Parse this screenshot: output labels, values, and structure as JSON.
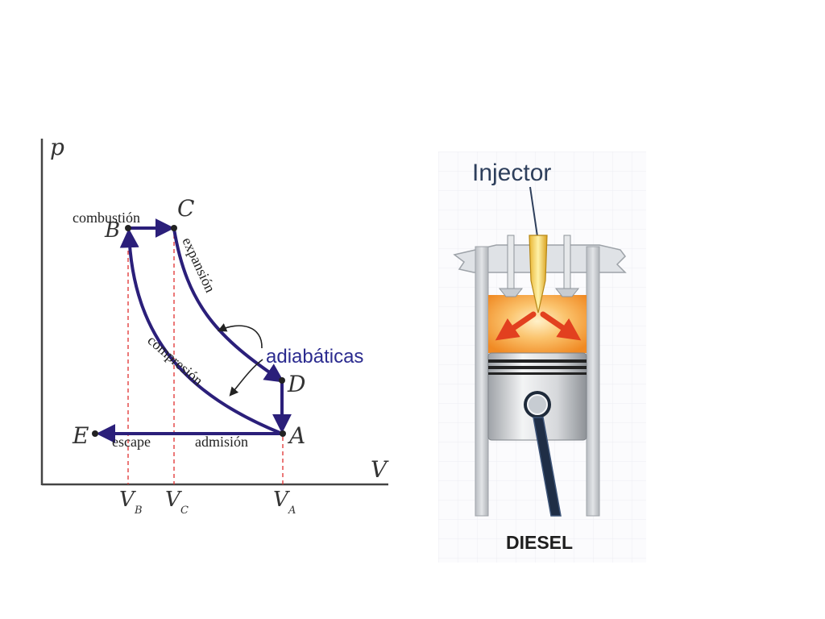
{
  "pv_diagram": {
    "axis_p": "p",
    "axis_v": "V",
    "points": {
      "A": "A",
      "B": "B",
      "C": "C",
      "D": "D",
      "E": "E"
    },
    "volume_ticks": [
      {
        "main": "V",
        "sub": "B"
      },
      {
        "main": "V",
        "sub": "C"
      },
      {
        "main": "V",
        "sub": "A"
      }
    ],
    "process_labels": {
      "combustion": "combustión",
      "expansion": "expansión",
      "compression": "compresión",
      "escape": "escape",
      "admission": "admisión",
      "adiabatic": "adiabáticas"
    },
    "colors": {
      "cycle": "#2b1f7a",
      "guides": "#e03030",
      "axes": "#444444",
      "adiabatic_label": "#2b2b8f"
    }
  },
  "engine": {
    "injector_label": "Injector",
    "engine_type_label": "DIESEL",
    "colors": {
      "label": "#2e3f5c",
      "injector": "#f2c94c",
      "combustion": "#f08a24",
      "piston": "#cfd2d6"
    }
  }
}
